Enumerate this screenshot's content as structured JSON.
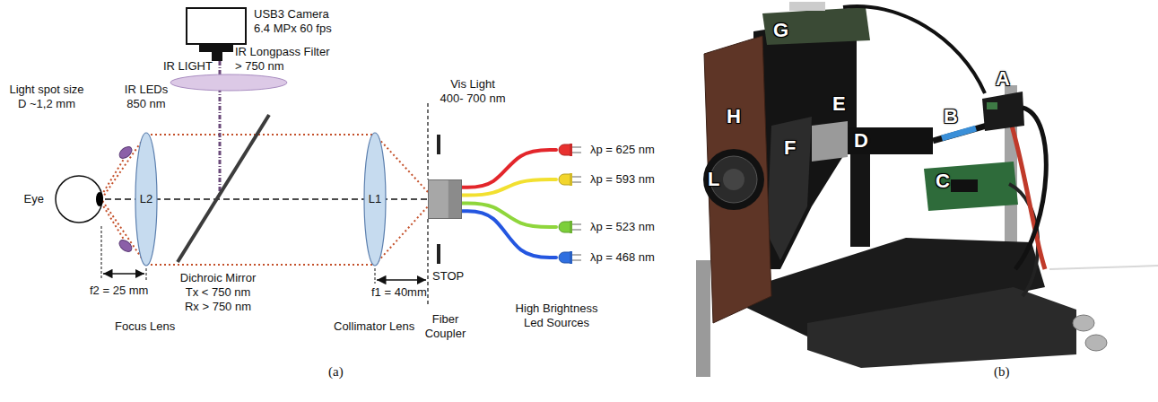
{
  "diagram": {
    "nodes": [
      {
        "text": [
          "USB3 Camera 6.4 MPx 60 fps"
        ]
      },
      {
        "text": [
          "Eye"
        ]
      },
      {
        "text": [
          "L2"
        ]
      },
      {
        "text": [
          "L1"
        ]
      },
      {
        "text": [
          "Fiber Coupler"
        ]
      },
      {
        "text": [
          "λp = 625 nm"
        ]
      },
      {
        "text": [
          "λp = 593 nm"
        ]
      },
      {
        "text": [
          "λp = 523 nm"
        ]
      },
      {
        "text": [
          "λp = 468 nm"
        ]
      }
    ],
    "edges": [
      {
        "from": 4,
        "to": 5,
        "arrow": "none"
      },
      {
        "from": 4,
        "to": 6,
        "arrow": "none"
      },
      {
        "from": 4,
        "to": 7,
        "arrow": "none"
      },
      {
        "from": 4,
        "to": 8,
        "arrow": "none"
      }
    ],
    "labels": [
      "IR LIGHT",
      "IR Longpass Filter > 750 nm",
      "Light spot size D ~1,2 mm",
      "IR LEDs 850 nm",
      "Dichroic Mirror Tx < 750 nm Rx > 750 nm",
      "Vis Light 400- 700 nm",
      "STOP",
      "f2 = 25 mm",
      "f1 = 40mm",
      "Focus Lens",
      "Collimator Lens",
      "High Brightness Led Sources",
      "(a)",
      "G",
      "E",
      "H",
      "F",
      "D",
      "B",
      "A",
      "C",
      "L",
      "(b)"
    ]
  }
}
